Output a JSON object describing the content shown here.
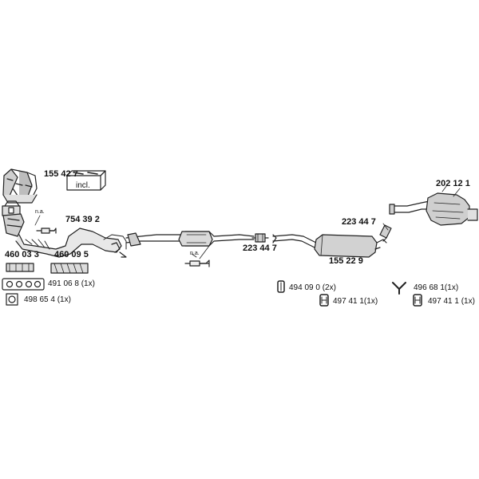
{
  "parts": {
    "manifold": "155 42 7",
    "kit": "incl.",
    "front_pipe": "754 39 2",
    "center_pipe_connector_left": "223 44 7",
    "center_pipe_connector_right": "223 44 7",
    "rear_silencer": "202 12 1",
    "middle_silencer": "155 22 9",
    "gasket_a": "460 03 3",
    "gasket_b": "460 09 5",
    "manifold_gasket": "491 06 8 (1x)",
    "flange_gasket": "498 65 4 (1x)",
    "clamp_a": "494 09 0 (2x)",
    "rubber_mount_a": "497 41 1(1x)",
    "hanger": "496 68 1(1x)",
    "rubber_mount_b": "497 41 1 (1x)"
  },
  "notes": {
    "na_upper": "n.a.",
    "na_lower": "n.a."
  }
}
